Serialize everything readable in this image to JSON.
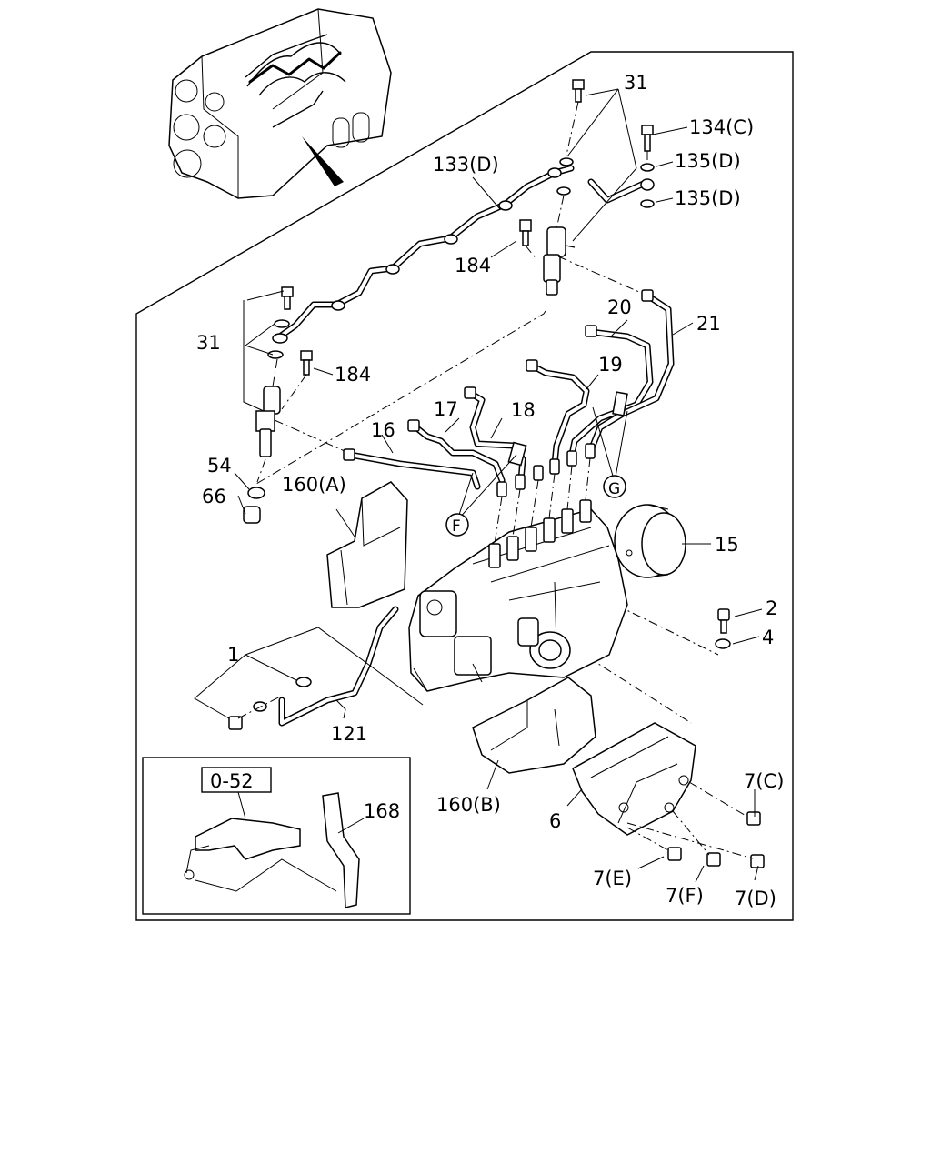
{
  "callouts": {
    "c31_top": "31",
    "c134c": "134(C)",
    "c135d_a": "135(D)",
    "c135d_b": "135(D)",
    "c133d": "133(D)",
    "c184_top": "184",
    "c20": "20",
    "c21": "21",
    "c31_left": "31",
    "c184_left": "184",
    "c19": "19",
    "c17": "17",
    "c18": "18",
    "c16": "16",
    "c54": "54",
    "c66": "66",
    "c160a": "160(A)",
    "cG": "G",
    "cF": "F",
    "c15": "15",
    "c2": "2",
    "c4": "4",
    "c1": "1",
    "c121": "121",
    "c160b": "160(B)",
    "c6": "6",
    "c7c": "7(C)",
    "c7e": "7(E)",
    "c7f": "7(F)",
    "c7d": "7(D)",
    "c052": "0-52",
    "c168": "168"
  }
}
